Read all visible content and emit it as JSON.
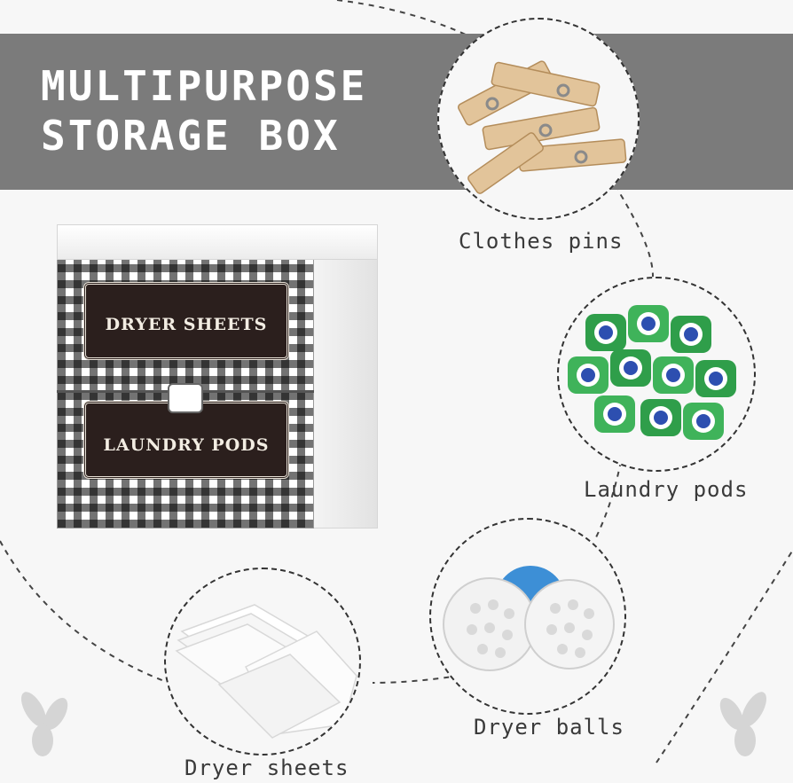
{
  "title": {
    "line1": "MULTIPURPOSE",
    "line2": "STORAGE BOX"
  },
  "box": {
    "drawer_top_label": "DRYER SHEETS",
    "drawer_bottom_label": "LAUNDRY PODS"
  },
  "items": {
    "clothes_pins": "Clothes pins",
    "laundry_pods": "Laundry pods",
    "dryer_balls": "Dryer balls",
    "dryer_sheets": "Dryer sheets"
  },
  "colors": {
    "banner": "#7b7b7b",
    "background": "#f7f7f7",
    "plaque": "#2b1f1d"
  }
}
